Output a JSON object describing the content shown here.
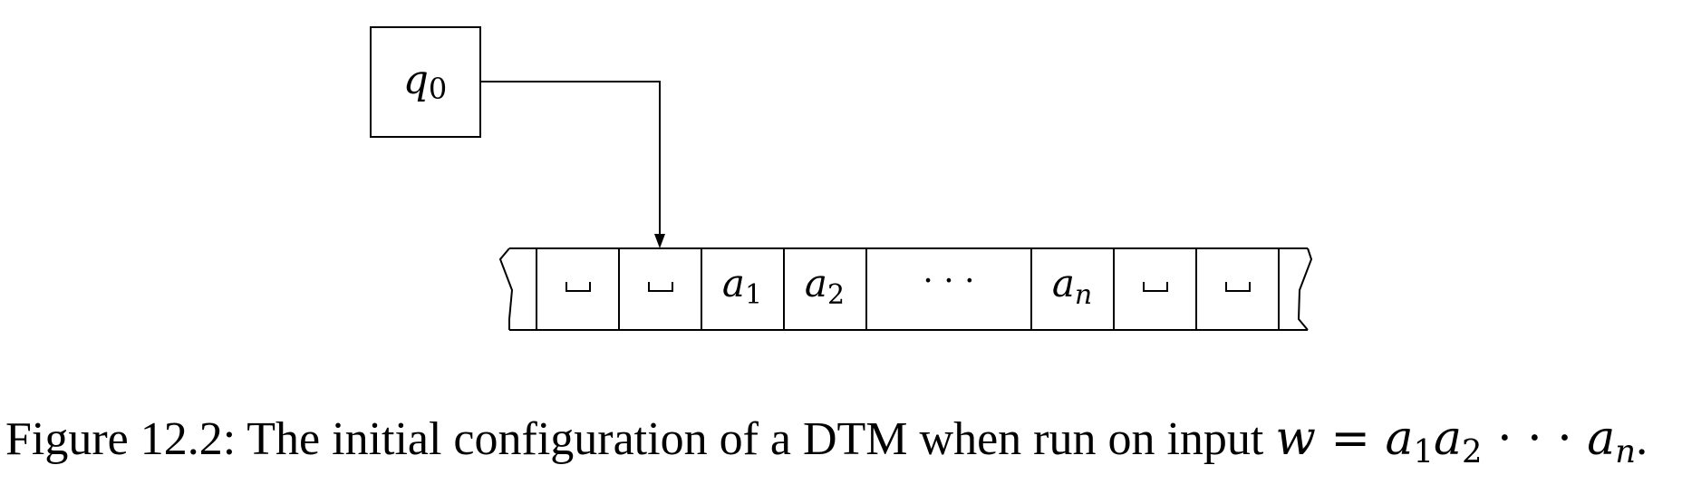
{
  "state": {
    "letter": "q",
    "subscript": "0"
  },
  "tape": {
    "cells": [
      {
        "symbol": "blank"
      },
      {
        "symbol": "blank"
      },
      {
        "letter": "a",
        "subscript": "1"
      },
      {
        "letter": "a",
        "subscript": "2"
      },
      {
        "text": "· · ·"
      },
      {
        "letter": "a",
        "subscript": "n"
      },
      {
        "symbol": "blank"
      },
      {
        "symbol": "blank"
      }
    ],
    "head_cell_index": 1
  },
  "caption": {
    "text": "Figure 12.2: The initial configuration of a DTM when run on input ",
    "math_w": "w",
    "math_eq": " = ",
    "a": "a",
    "sub1": "1",
    "sub2": "2",
    "dots": " · · · ",
    "subn": "n",
    "end": "."
  }
}
